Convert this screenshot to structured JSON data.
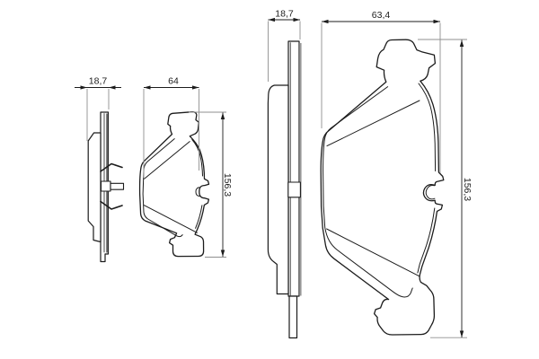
{
  "drawing": {
    "colors": {
      "background": "#ffffff",
      "line": "#1c1c1c",
      "extension_line": "#8f8f8f",
      "plate_shading": "#777777"
    },
    "views": {
      "side_small": {
        "thickness": "18,7"
      },
      "front_small": {
        "width": "64",
        "height": "156,3"
      },
      "side_large": {
        "thickness": "18,7"
      },
      "front_large": {
        "width": "63,4",
        "height": "156,3"
      }
    }
  }
}
